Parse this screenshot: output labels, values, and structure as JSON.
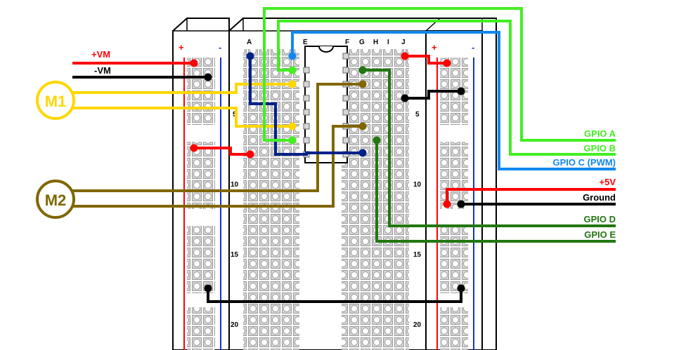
{
  "breadboard": {
    "column_letters": [
      "A",
      "E",
      "F",
      "G",
      "H",
      "I",
      "J"
    ],
    "row_numbers": [
      "5",
      "10",
      "15",
      "20"
    ],
    "rail_plus": "+",
    "rail_minus": "-"
  },
  "motors": [
    {
      "id": "M1",
      "label": "M1",
      "color": "#ffd700"
    },
    {
      "id": "M2",
      "label": "M2",
      "color": "#806600"
    }
  ],
  "left_labels": [
    {
      "text": "+VM",
      "color": "#ff0000"
    },
    {
      "text": "-VM",
      "color": "#000000"
    }
  ],
  "right_labels": [
    {
      "text": "GPIO A",
      "color": "#44ee22"
    },
    {
      "text": "GPIO B",
      "color": "#44ee22"
    },
    {
      "text": "GPIO C (PWM)",
      "color": "#1188ee"
    },
    {
      "text": "+5V",
      "color": "#ff0000"
    },
    {
      "text": "Ground",
      "color": "#000000"
    },
    {
      "text": "GPIO D",
      "color": "#227711"
    },
    {
      "text": "GPIO E",
      "color": "#227711"
    }
  ],
  "colors": {
    "red": "#ff0000",
    "black": "#000000",
    "yellow": "#ffd700",
    "olive": "#806600",
    "green": "#44ee22",
    "blue": "#1188ee",
    "dark_green": "#227711",
    "navy": "#002288"
  }
}
